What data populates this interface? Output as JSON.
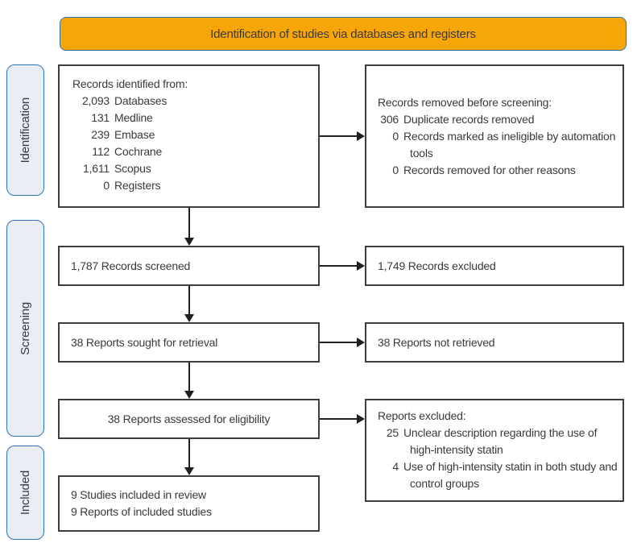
{
  "header": {
    "title": "Identification of studies via databases and registers"
  },
  "stages": {
    "identification": "Identification",
    "screening": "Screening",
    "included": "Included"
  },
  "colors": {
    "banner_fill": "#f7a608",
    "banner_border": "#2e74b5",
    "stage_fill": "#e9edf6",
    "stage_border": "#2e74b5",
    "box_border": "#3d3d3d",
    "arrow": "#1f1f1f",
    "text": "#3a3a3a"
  },
  "boxes": {
    "identified": {
      "title": "Records identified from:",
      "items": [
        {
          "num": "2,093",
          "label": "Databases"
        },
        {
          "num": "131",
          "label": "Medline"
        },
        {
          "num": "239",
          "label": "Embase"
        },
        {
          "num": "112",
          "label": "Cochrane"
        },
        {
          "num": "1,611",
          "label": "Scopus"
        },
        {
          "num": "0",
          "label": "Registers"
        }
      ]
    },
    "removed": {
      "title": "Records removed before screening:",
      "items": [
        {
          "num": "306",
          "label": "Duplicate records removed"
        },
        {
          "num": "0",
          "label": "Records marked as ineligible by automation tools"
        },
        {
          "num": "0",
          "label": "Records removed for other reasons"
        }
      ]
    },
    "screened": {
      "text": "1,787 Records screened"
    },
    "excluded": {
      "text": "1,749 Records excluded"
    },
    "sought": {
      "text": "38 Reports sought for retrieval"
    },
    "not_retrieved": {
      "text": "38 Reports not retrieved"
    },
    "assessed": {
      "text": "38 Reports assessed for eligibility"
    },
    "reports_excluded": {
      "title": "Reports excluded:",
      "items": [
        {
          "num": "25",
          "label": "Unclear description regarding the use of high-intensity statin"
        },
        {
          "num": "4",
          "label": "Use of high-intensity statin in both study and control groups"
        }
      ]
    },
    "included": {
      "lines": [
        "9 Studies included in review",
        "9 Reports of included studies"
      ]
    }
  }
}
